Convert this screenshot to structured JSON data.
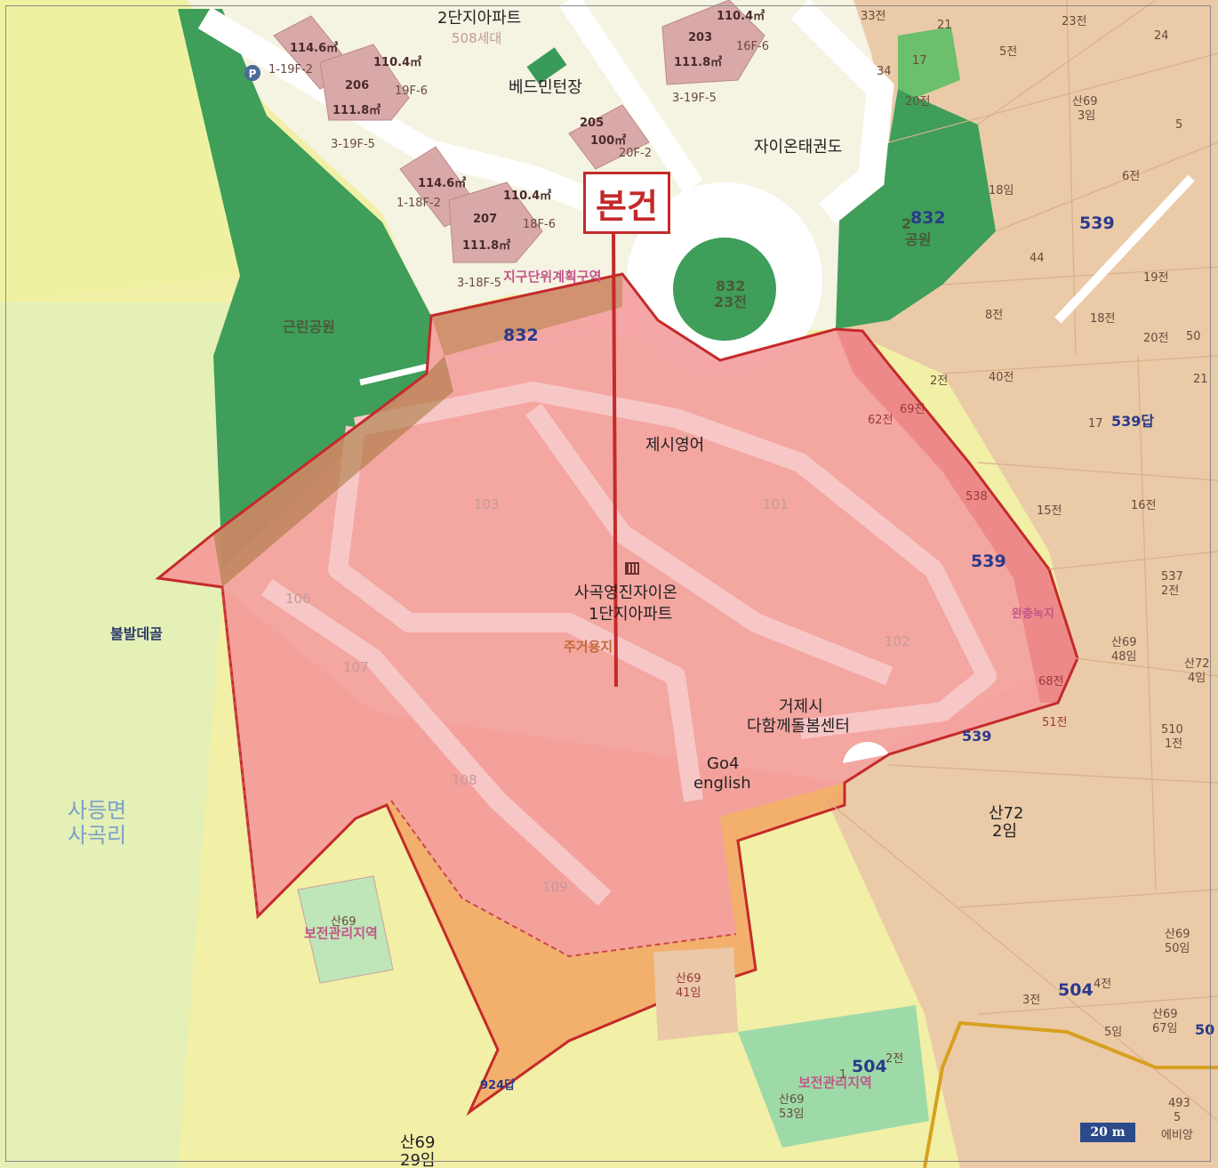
{
  "map": {
    "callout_label": "본건",
    "scale_label": "20 m",
    "complex_label": {
      "line1": "사곡영진자이온",
      "line2": "1단지아파트"
    },
    "place_labels": {
      "apt2": "2단지아파트",
      "apt2_units": "508세대",
      "badminton": "베드민턴장",
      "taekwondo": "자이온태권도",
      "jesi_english": "제시영어",
      "dolbom_line1": "거제시",
      "dolbom_line2": "다함께돌봄센터",
      "go4_line1": "Go4",
      "go4_line2": "english",
      "district_line1": "사등면",
      "district_line2": "사곡리",
      "bulbat": "불발데골",
      "neighborhood_park": "근린공원",
      "district_plan": "지구단위계획구역",
      "housing_zone": "주거용지",
      "park_label": "공원",
      "park_2": "2",
      "conservation_1": "보전관리지역",
      "conservation_2": "보전관리지역",
      "park_center": "832",
      "park_center_sub": "23전"
    },
    "buildings": [
      {
        "no": "203",
        "area": "110.4㎡",
        "area2": "111.8㎡",
        "floors": "16F-6",
        "floors2": "3-19F-5"
      },
      {
        "no": "206",
        "area": "110.4㎡",
        "area2": "111.8㎡",
        "floors": "19F-6",
        "floors2": "3-19F-5"
      },
      {
        "no": "205",
        "area": "100㎡",
        "floors": "20F-2"
      },
      {
        "no": "207",
        "area": "110.4㎡",
        "area2": "111.8㎡",
        "floors": "18F-6",
        "floors2": "3-18F-5"
      },
      {
        "no": "",
        "area": "114.6㎡",
        "floors": "1-19F-2"
      },
      {
        "no": "",
        "area": "114.6㎡",
        "floors": "1-18F-2"
      }
    ],
    "complex_buildings": [
      "101",
      "102",
      "103",
      "106",
      "107",
      "108",
      "109"
    ],
    "lot_numbers": {
      "l832a": "832",
      "l832b": "832",
      "l539a": "539",
      "l539b": "539",
      "l539c": "539",
      "l539d": "539답",
      "l504a": "504",
      "l504b": "504",
      "l33": "33전",
      "l21": "21",
      "l23": "23전",
      "l24": "24",
      "l5": "5전",
      "l17": "17",
      "l34": "34",
      "l20": "20전",
      "s693_1": "산69",
      "s693_2": "3임",
      "l5b": "5",
      "l6": "6전",
      "l18": "18임",
      "l44": "44",
      "l19": "19전",
      "l8": "8전",
      "l18b": "18전",
      "l20b": "20전",
      "l50": "50",
      "l2": "2전",
      "l40": "40전",
      "l21b": "21",
      "l69": "69전",
      "l62": "62전",
      "l17b": "17",
      "l15": "15전",
      "l16": "16전",
      "l537_1": "537",
      "l537_2": "2전",
      "s6948_1": "산69",
      "s6948_2": "48임",
      "s724_1": "산72",
      "s724_2": "4임",
      "l510_1": "510",
      "l510_2": "1전",
      "s722_1": "산72",
      "s722_2": "2임",
      "s6950_1": "산69",
      "s6950_2": "50임",
      "l3": "3전",
      "l4": "4전",
      "l5c": "5임",
      "s6967_1": "산69",
      "s6967_2": "67임",
      "l50b": "50",
      "l2b": "2전",
      "l1": "1",
      "s6953_1": "산69",
      "s6953_2": "53임",
      "l493_1": "493",
      "l493_2": "5",
      "evi": "에비앙",
      "s6941_1": "산69",
      "s6941_2": "41임",
      "s6929_1": "산69",
      "s6929_2": "29임",
      "l924": "924답",
      "s69left": "산69",
      "l68": "68전",
      "l51": "51전",
      "l38": "538",
      "wanchung": "완충녹지"
    }
  }
}
